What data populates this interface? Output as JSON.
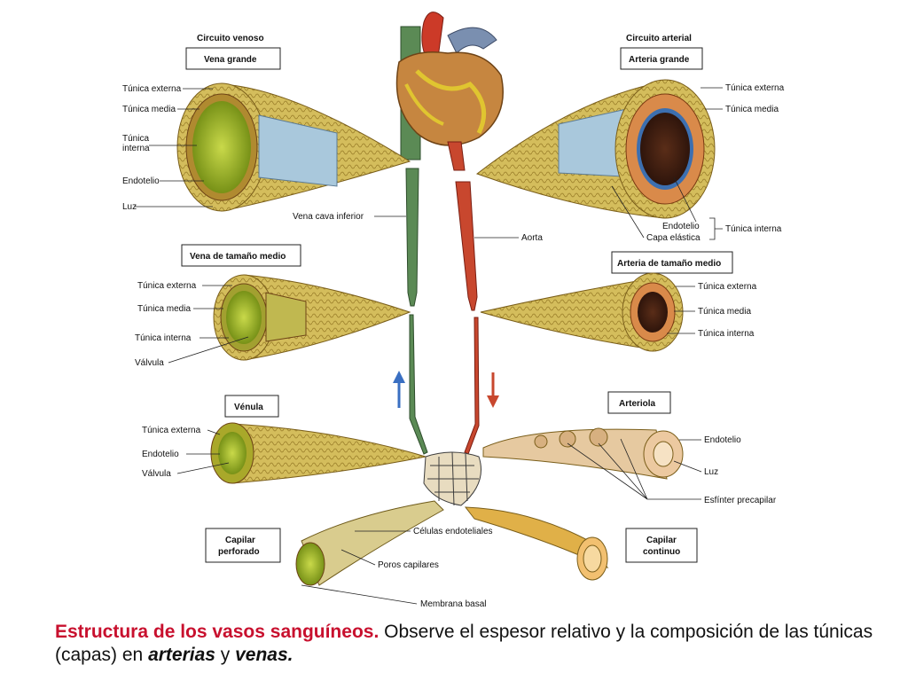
{
  "colors": {
    "vein": "#4d7a4a",
    "artery": "#c8472e",
    "tissue": "#c9b04a",
    "lumen_vein": "#9fb820",
    "lumen_artery": "#3b1d10",
    "caption_red": "#c8102e"
  },
  "sections": {
    "venous": "Circuito venoso",
    "arterial": "Circuito arterial"
  },
  "vein_large": {
    "box": "Vena grande",
    "labels": [
      "Túnica externa",
      "Túnica media",
      "Túnica",
      "interna",
      "Endotelio",
      "Luz"
    ]
  },
  "vein_medium": {
    "box": "Vena de tamaño medio",
    "labels": [
      "Túnica externa",
      "Túnica media",
      "Túnica interna",
      "Válvula"
    ]
  },
  "venule": {
    "box": "Vénula",
    "labels": [
      "Túnica externa",
      "Endotelio",
      "Válvula"
    ]
  },
  "capillary_perforated": {
    "box_line1": "Capilar",
    "box_line2": "perforado",
    "labels": [
      "Células endoteliales",
      "Poros capilares",
      "Membrana basal"
    ]
  },
  "artery_large": {
    "box": "Arteria grande",
    "labels": [
      "Túnica externa",
      "Túnica media",
      "Endotelio",
      "Capa elástica",
      "Túnica interna"
    ]
  },
  "artery_medium": {
    "box": "Arteria de tamaño medio",
    "labels": [
      "Túnica externa",
      "Túnica media",
      "Túnica interna"
    ]
  },
  "arteriole": {
    "box": "Arteriola",
    "labels": [
      "Endotelio",
      "Luz",
      "Esfínter precapilar"
    ]
  },
  "capillary_continuous": {
    "box_line1": "Capilar",
    "box_line2": "continuo"
  },
  "center": {
    "vena_cava": "Vena cava inferior",
    "aorta": "Aorta"
  },
  "caption": {
    "title": "Estructura de los vasos sanguíneos.",
    "text1": " Observe el espesor relativo y la composición de las túnicas (capas) en ",
    "arterias": "arterias",
    "y": " y ",
    "venas": "venas."
  }
}
